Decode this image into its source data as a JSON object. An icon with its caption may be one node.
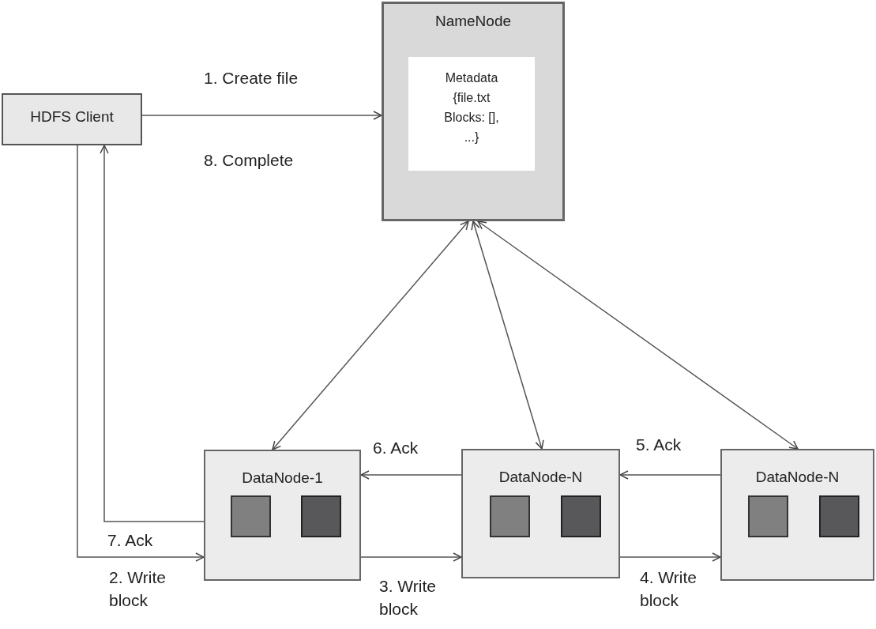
{
  "diagram": {
    "nodes": [
      {
        "text": [
          "HDFS Client"
        ]
      },
      {
        "text": [
          "NameNode"
        ]
      },
      {
        "text": [
          "Metadata {file.txt Blocks: [], ...}"
        ],
        "in": 1
      },
      {
        "text": [
          "DataNode-1"
        ]
      },
      {
        "text": [],
        "shape": "box",
        "in": 3
      },
      {
        "text": [],
        "shape": "box",
        "in": 3
      },
      {
        "text": [
          "DataNode-N"
        ]
      },
      {
        "text": [],
        "shape": "box",
        "in": 6
      },
      {
        "text": [],
        "shape": "box",
        "in": 6
      },
      {
        "text": [
          "DataNode-N"
        ]
      },
      {
        "text": [],
        "shape": "box",
        "in": 9
      },
      {
        "text": [],
        "shape": "box",
        "in": 9
      }
    ],
    "edges": [
      {
        "from": 0,
        "to": 1,
        "arrow": "to",
        "label": "1. Create file"
      },
      {
        "from": 1,
        "to": 3,
        "arrow": "both"
      },
      {
        "from": 1,
        "to": 6,
        "arrow": "both"
      },
      {
        "from": 1,
        "to": 9,
        "arrow": "both"
      },
      {
        "from": 0,
        "to": 3,
        "arrow": "to",
        "label": "2. Write block"
      },
      {
        "from": 3,
        "to": 0,
        "arrow": "to",
        "label": "7. Ack"
      },
      {
        "from": 3,
        "to": 6,
        "arrow": "to",
        "label": "3. Write block"
      },
      {
        "from": 6,
        "to": 3,
        "arrow": "to",
        "label": "6. Ack"
      },
      {
        "from": 6,
        "to": 9,
        "arrow": "to",
        "label": "4. Write block"
      },
      {
        "from": 9,
        "to": 6,
        "arrow": "to",
        "label": "5. Ack"
      }
    ],
    "labels": [
      "8. Complete"
    ]
  }
}
